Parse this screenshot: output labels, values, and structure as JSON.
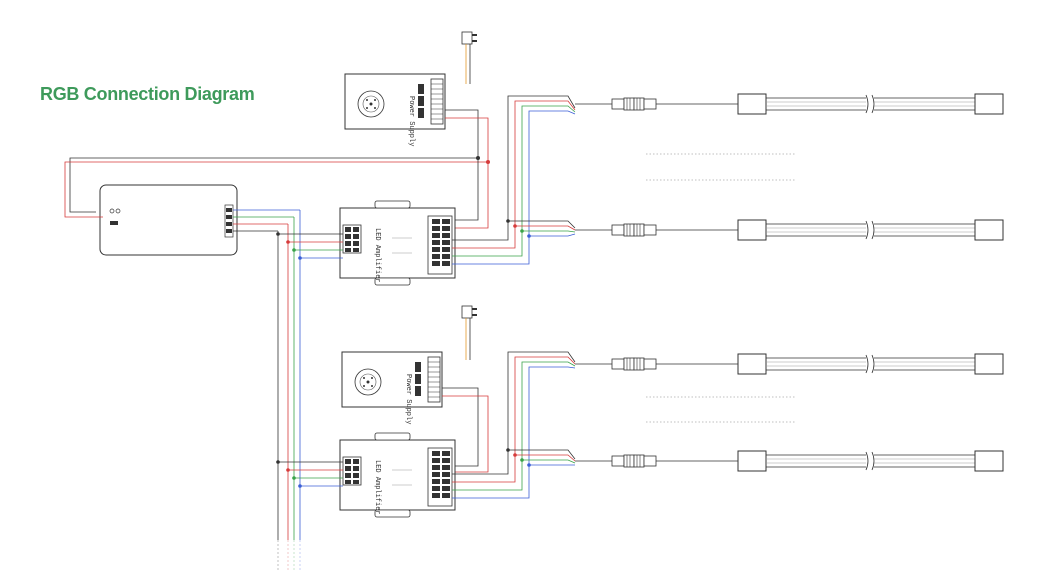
{
  "title": "RGB Connection Diagram",
  "labels": {
    "power_supply": "Power Supply",
    "amplifier": "LED Amplifier"
  },
  "colors": {
    "title": "#3e9a5b",
    "wire_red": "#d63b3b",
    "wire_green": "#3aa34a",
    "wire_blue": "#3b5fd6",
    "wire_black": "#222222",
    "wire_orange": "#e39a2a",
    "outline": "#333333"
  },
  "icons": [
    "controller",
    "power-supply",
    "led-amplifier",
    "connector",
    "led-strip",
    "plug"
  ]
}
